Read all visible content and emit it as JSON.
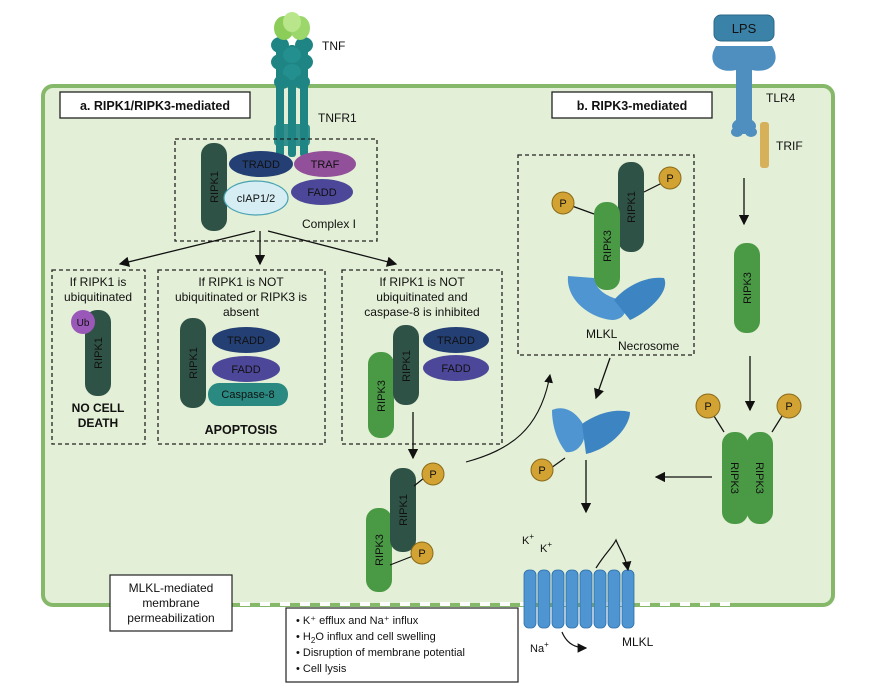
{
  "labels": {
    "tnf": "TNF",
    "tnfr1": "TNFR1",
    "lps": "LPS",
    "tlr4": "TLR4",
    "trif": "TRIF",
    "panel_a": "a. RIPK1/RIPK3-mediated",
    "panel_b": "b. RIPK3-mediated",
    "complex_i": "Complex I",
    "necrosome": "Necrosome",
    "mlkl": "MLKL",
    "mlkl_channel": "MLKL",
    "k_ion_1": "K",
    "k_ion_2": "K",
    "na_ion": "Na",
    "plus": "+"
  },
  "proteins": {
    "ripk1": "RIPK1",
    "ripk3": "RIPK3",
    "tradd": "TRADD",
    "traf": "TRAF",
    "fadd": "FADD",
    "ciap": "cIAP1/2",
    "caspase8": "Caspase-8",
    "ub": "Ub",
    "p": "P"
  },
  "branches": {
    "ubiquitinated": [
      "If RIPK1 is",
      "ubiquitinated"
    ],
    "no_death": [
      "NO CELL",
      "DEATH"
    ],
    "apoptosis_cond": [
      "If RIPK1 is NOT",
      "ubiquitinated or RIPK3 is",
      "absent"
    ],
    "apoptosis": "APOPTOSIS",
    "necroptosis_cond": [
      "If RIPK1 is NOT",
      "ubiquitinated and",
      "caspase-8 is inhibited"
    ]
  },
  "membrane_box": [
    "MLKL-mediated",
    "membrane",
    "permeabilization"
  ],
  "effects": {
    "e1": "K⁺ efflux and Na⁺ influx",
    "e2_pre": "H",
    "e2_sub": "2",
    "e2_post": "O influx and cell swelling",
    "e3": "Disruption of membrane potential",
    "e4": "Cell lysis"
  },
  "colors": {
    "cell_fill": "#e3efd6",
    "cell_border": "#86b86a",
    "ripk1": "#2f5246",
    "ripk3": "#4a9a45",
    "tradd": "#243f74",
    "traf": "#93509a",
    "fadd": "#4c4799",
    "ciap": "#d6eef3",
    "caspase": "#2a8a82",
    "ub": "#9a58b8",
    "phospho": "#d2a233",
    "mlkl": "#4e95d1",
    "receptor": "#1f8584",
    "lps": "#3b82a8"
  }
}
